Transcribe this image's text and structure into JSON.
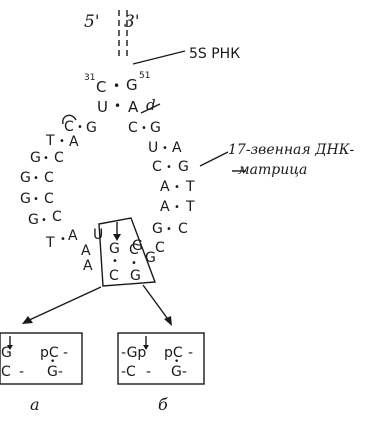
{
  "labels": {
    "five_prime": "5'",
    "three_prime": "3'",
    "rna_label": "5S РНК",
    "pos31": "31",
    "pos51": "51",
    "dna_label": "17-звенная ДНК-",
    "dna_label2": "матрица",
    "panel_a": "а",
    "panel_b": "б"
  },
  "stem": {
    "top_pair": [
      "C",
      "G"
    ],
    "u_a_pair": [
      "U",
      "A"
    ],
    "d_mark": "d"
  },
  "left_strand": [
    "C",
    "T",
    "G",
    "G",
    "G",
    "G",
    "T"
  ],
  "right_strand": [
    "G",
    "C",
    "C",
    "A",
    "A",
    "G",
    "C",
    "G"
  ],
  "left_pairs": [
    "G",
    "A",
    "C",
    "C",
    "C",
    "C",
    "A"
  ],
  "loop": [
    "A",
    "U",
    "G",
    "C",
    "G",
    "C"
  ],
  "panel_a": {
    "row1": [
      "G",
      "pC",
      "-"
    ],
    "row2": [
      "C",
      "-",
      "G-"
    ]
  },
  "panel_b": {
    "row1": [
      "-Gp",
      "pC",
      "-"
    ],
    "row2": [
      "-C",
      "-",
      "G-"
    ]
  }
}
